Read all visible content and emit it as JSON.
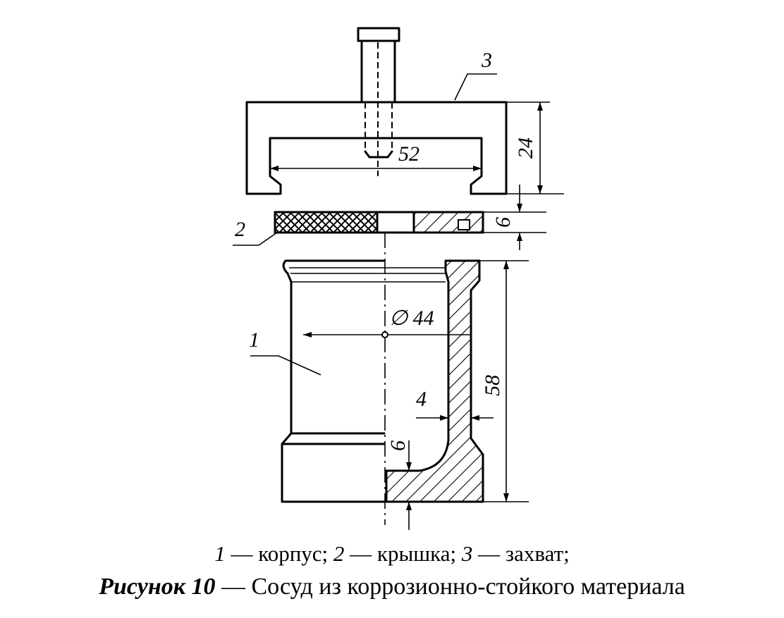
{
  "dimensions": {
    "width_52": "52",
    "height_24": "24",
    "lid_6": "6",
    "diameter_44": "∅ 44",
    "wall_4": "4",
    "height_58": "58",
    "bottom_6": "6"
  },
  "part_labels": {
    "body": "1",
    "lid": "2",
    "grip": "3"
  },
  "legend": {
    "n1": "1",
    "t1": " — корпус; ",
    "n2": "2",
    "t2": " — крышка; ",
    "n3": "3",
    "t3": " — захват;"
  },
  "caption": {
    "prefix": "Рисунок 10",
    "text": " — Сосуд из коррозионно-стойкого материала"
  }
}
